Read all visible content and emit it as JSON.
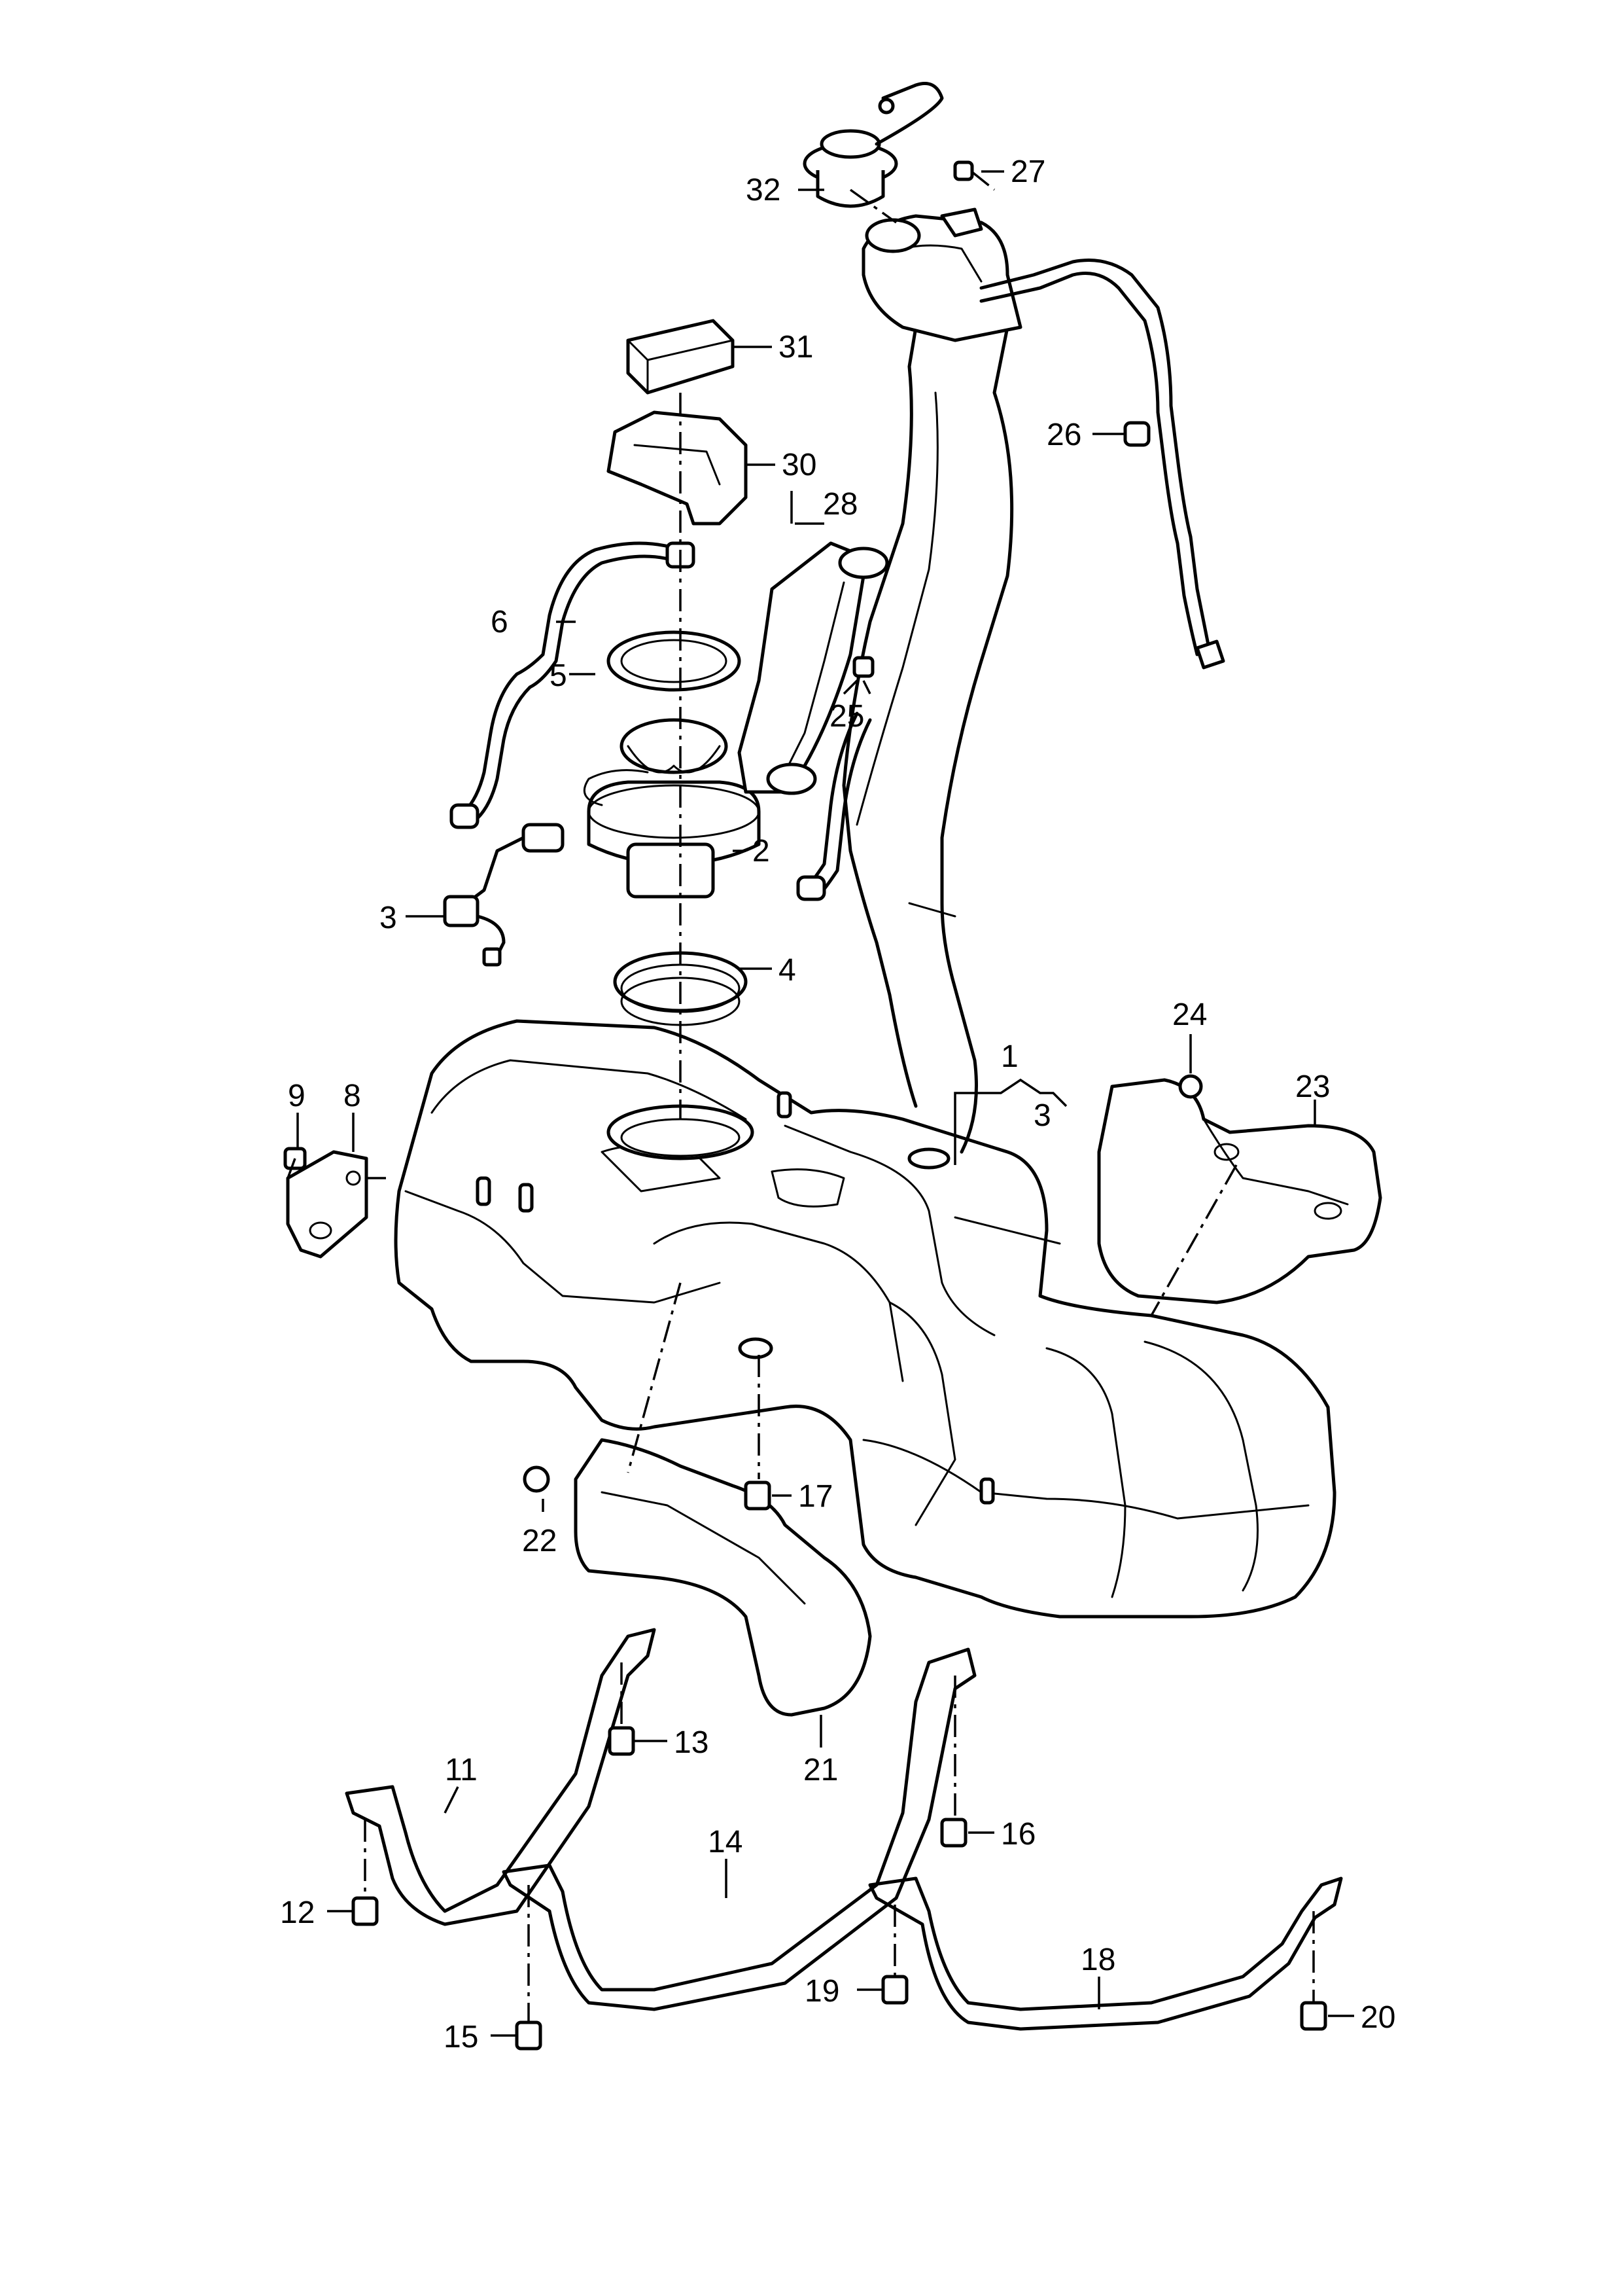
{
  "diagram": {
    "callouts": [
      {
        "id": "1",
        "text": "1"
      },
      {
        "id": "2",
        "text": "2"
      },
      {
        "id": "3a",
        "text": "3"
      },
      {
        "id": "3b",
        "text": "3"
      },
      {
        "id": "4",
        "text": "4"
      },
      {
        "id": "5",
        "text": "5"
      },
      {
        "id": "6",
        "text": "6"
      },
      {
        "id": "8",
        "text": "8"
      },
      {
        "id": "9",
        "text": "9"
      },
      {
        "id": "11",
        "text": "11"
      },
      {
        "id": "12",
        "text": "12"
      },
      {
        "id": "13",
        "text": "13"
      },
      {
        "id": "14",
        "text": "14"
      },
      {
        "id": "15",
        "text": "15"
      },
      {
        "id": "16",
        "text": "16"
      },
      {
        "id": "17",
        "text": "17"
      },
      {
        "id": "18",
        "text": "18"
      },
      {
        "id": "19",
        "text": "19"
      },
      {
        "id": "20",
        "text": "20"
      },
      {
        "id": "21",
        "text": "21"
      },
      {
        "id": "22",
        "text": "22"
      },
      {
        "id": "23",
        "text": "23"
      },
      {
        "id": "24",
        "text": "24"
      },
      {
        "id": "25",
        "text": "25"
      },
      {
        "id": "26",
        "text": "26"
      },
      {
        "id": "27",
        "text": "27"
      },
      {
        "id": "28",
        "text": "28"
      },
      {
        "id": "30",
        "text": "30"
      },
      {
        "id": "31",
        "text": "31"
      },
      {
        "id": "32",
        "text": "32"
      }
    ]
  }
}
